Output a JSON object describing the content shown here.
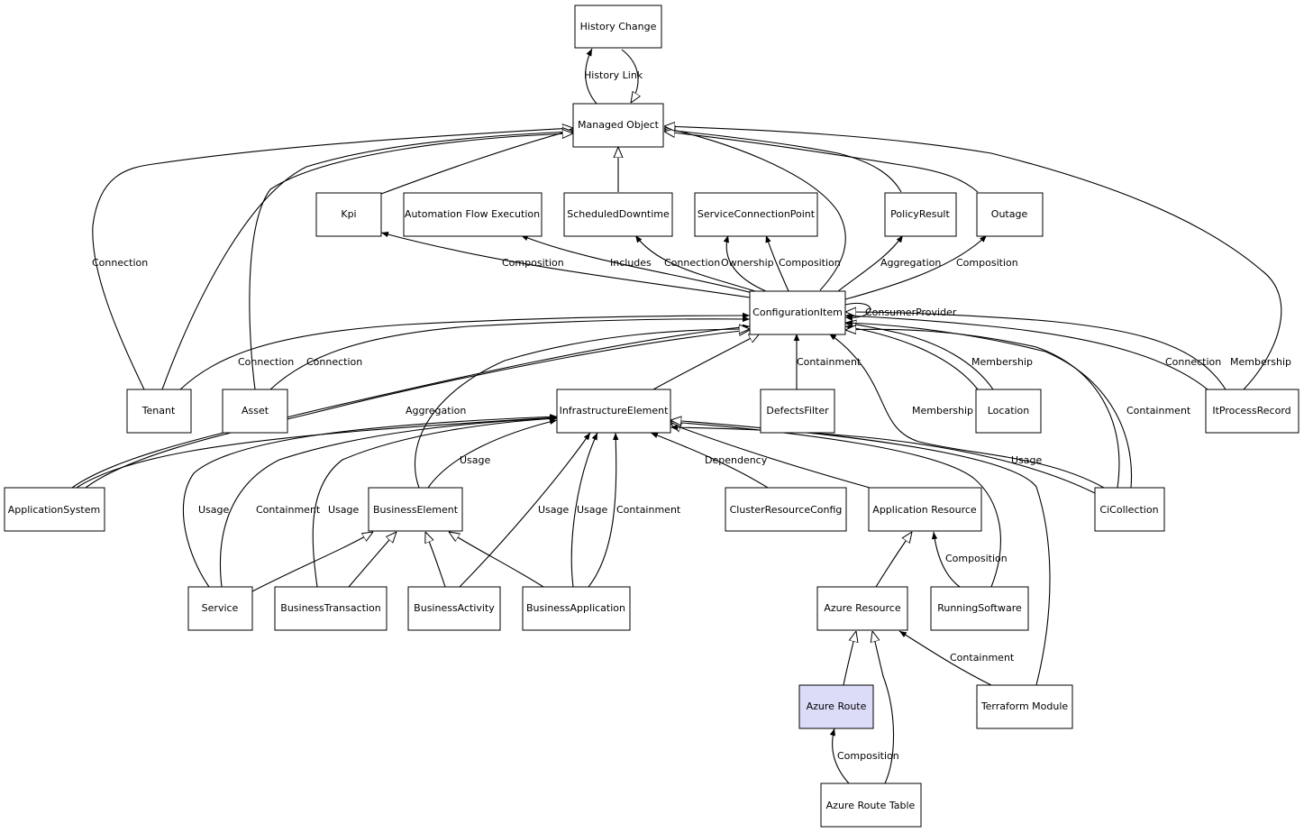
{
  "nodes": {
    "history_change": "History Change",
    "managed_object": "Managed Object",
    "kpi": "Kpi",
    "automation_flow_execution": "Automation Flow Execution",
    "scheduled_downtime": "ScheduledDowntime",
    "service_connection_point": "ServiceConnectionPoint",
    "policy_result": "PolicyResult",
    "outage": "Outage",
    "configuration_item": "ConfigurationItem",
    "tenant": "Tenant",
    "asset": "Asset",
    "infrastructure_element": "InfrastructureElement",
    "defects_filter": "DefectsFilter",
    "location": "Location",
    "it_process_record": "ItProcessRecord",
    "application_system": "ApplicationSystem",
    "business_element": "BusinessElement",
    "cluster_resource_config": "ClusterResourceConfig",
    "application_resource": "Application Resource",
    "ci_collection": "CiCollection",
    "service": "Service",
    "business_transaction": "BusinessTransaction",
    "business_activity": "BusinessActivity",
    "business_application": "BusinessApplication",
    "azure_resource": "Azure Resource",
    "running_software": "RunningSoftware",
    "azure_route": "Azure Route",
    "terraform_module": "Terraform Module",
    "azure_route_table": "Azure Route Table"
  },
  "selected_node": "azure_route",
  "edge_labels": {
    "history_link": "History Link",
    "tenant_connection": "Connection",
    "kpi_composition": "Composition",
    "includes": "Includes",
    "scheduled_connection": "Connection",
    "ownership": "Ownership",
    "scp_composition": "Composition",
    "policy_aggregation": "Aggregation",
    "outage_composition": "Composition",
    "consumer_provider": "ConsumerProvider",
    "tenant_ci_connection": "Connection",
    "asset_ci_connection": "Connection",
    "containment_defects": "Containment",
    "location_membership": "Membership",
    "itprocess_connection": "Connection",
    "itprocess_membership": "Membership",
    "aggregation_appsystem": "Aggregation",
    "cicollection_membership": "Membership",
    "cicollection_containment": "Containment",
    "business_usage": "Usage",
    "dependency": "Dependency",
    "cicollection_usage": "Usage",
    "service_usage": "Usage",
    "service_containment": "Containment",
    "transaction_usage": "Usage",
    "activity_usage": "Usage",
    "application_usage": "Usage",
    "application_containment": "Containment",
    "running_composition": "Composition",
    "terraform_containment": "Containment",
    "route_composition": "Composition"
  }
}
